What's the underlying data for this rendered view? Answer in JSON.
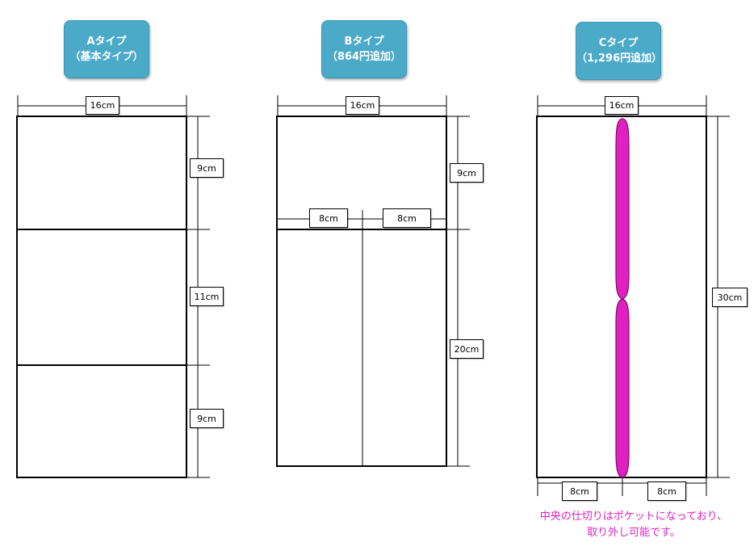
{
  "types": [
    {
      "name": "Aタイプ",
      "sub": "（基本タイプ）"
    },
    {
      "name": "Bタイプ",
      "sub": "（864円追加）"
    },
    {
      "name": "Cタイプ",
      "sub": "（1,296円追加）"
    }
  ],
  "dims": {
    "a_width": "16cm",
    "a_top": "9cm",
    "a_mid": "11cm",
    "a_bot": "9cm",
    "b_width": "16cm",
    "b_top": "9cm",
    "b_left": "8cm",
    "b_right": "8cm",
    "b_bottom": "20cm",
    "c_width": "16cm",
    "c_height": "30cm",
    "c_left": "8cm",
    "c_right": "8cm"
  },
  "note": {
    "line1": "中央の仕切りはポケットになっており、",
    "line2": "取り外し可能です。"
  },
  "colors": {
    "button": "#4baac8",
    "pocket": "#e020c0",
    "note": "#e020c0"
  }
}
